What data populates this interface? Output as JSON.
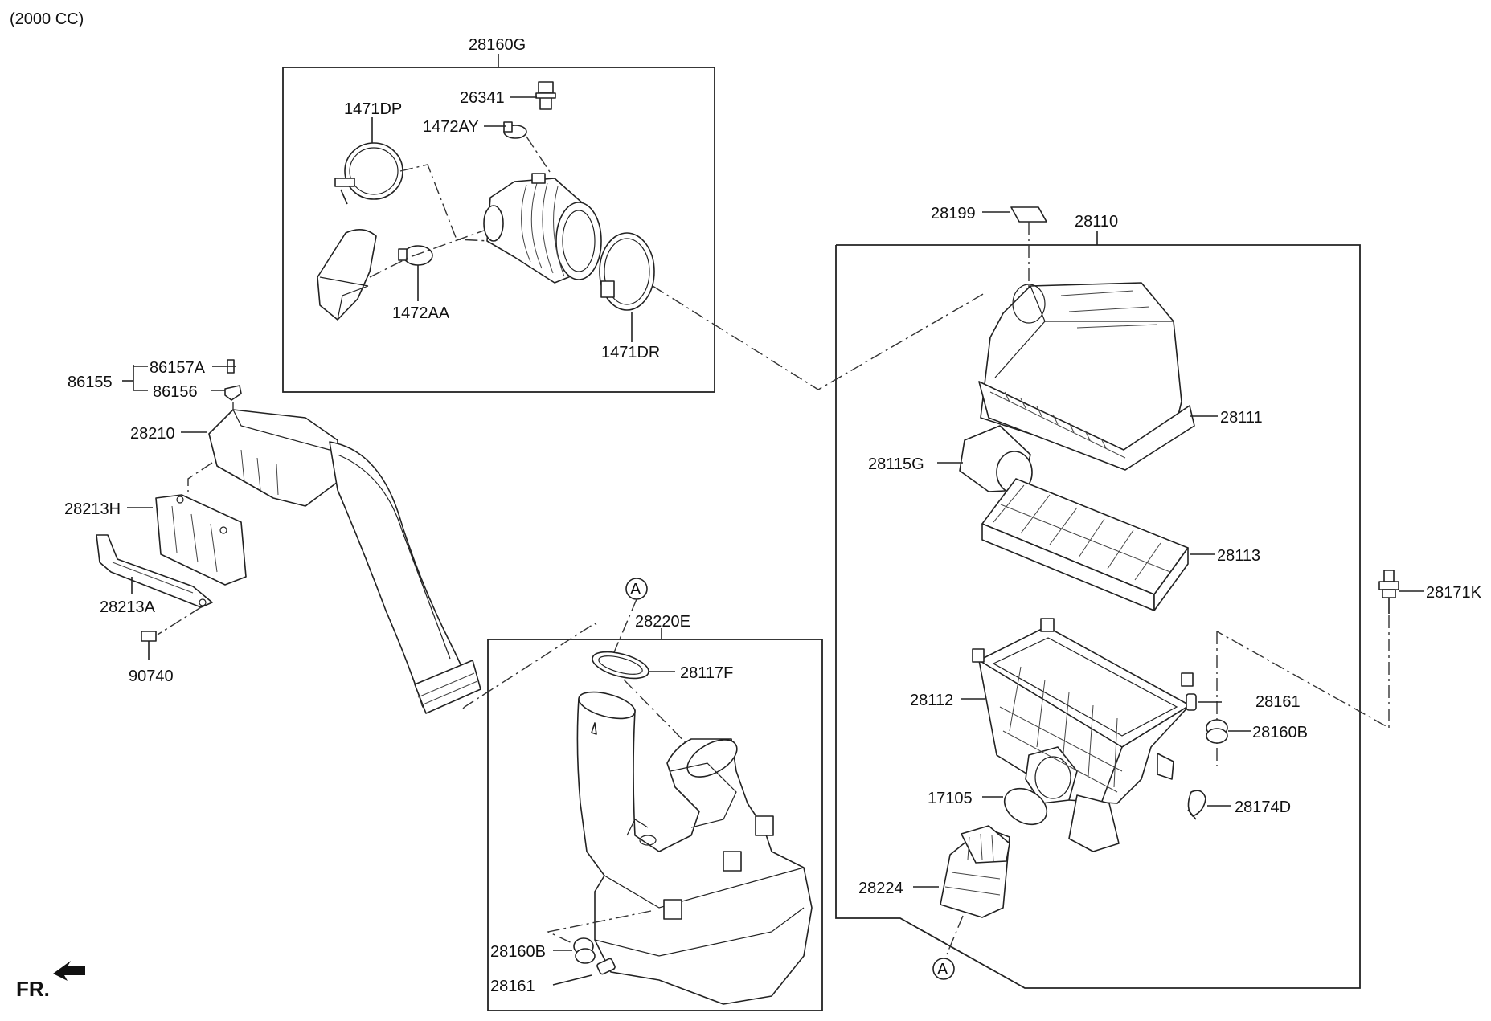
{
  "header": {
    "spec": "(2000 CC)"
  },
  "front_indicator": "FR.",
  "ref_markers": [
    "A",
    "A"
  ],
  "part_labels": {
    "p28160G": "28160G",
    "p26341": "26341",
    "p1471DP": "1471DP",
    "p1472AY": "1472AY",
    "p1472AA": "1472AA",
    "p1471DR": "1471DR",
    "p28199": "28199",
    "p28110": "28110",
    "p28111": "28111",
    "p28115G": "28115G",
    "p28113": "28113",
    "p28171K": "28171K",
    "p86155": "86155",
    "p86157A": "86157A",
    "p86156": "86156",
    "p28210": "28210",
    "p28213H": "28213H",
    "p28213A": "28213A",
    "p90740": "90740",
    "p28220E": "28220E",
    "p28117F": "28117F",
    "p28112": "28112",
    "p28161_right": "28161",
    "p28160B_right": "28160B",
    "p17105": "17105",
    "p28174D": "28174D",
    "p28224": "28224",
    "p28160B_left": "28160B",
    "p28161_left": "28161"
  }
}
